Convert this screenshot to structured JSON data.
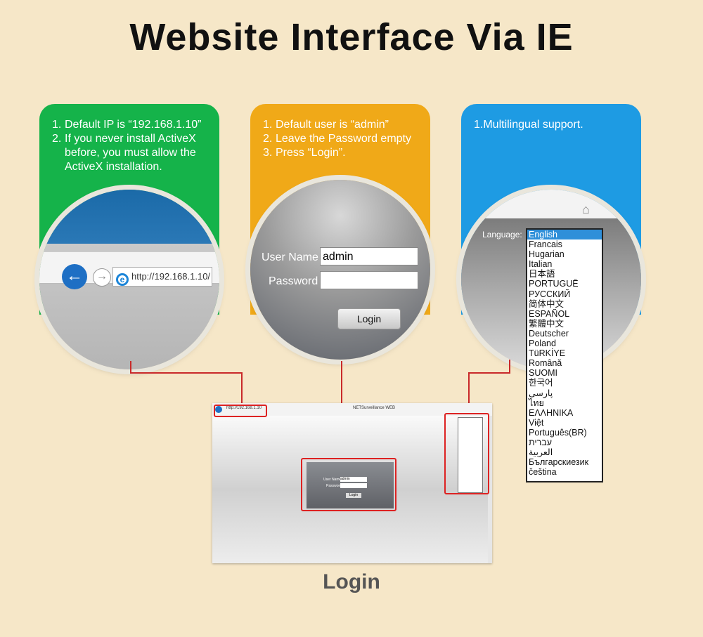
{
  "title": "Website Interface Via IE",
  "colors": {
    "green": "#15b34a",
    "orange": "#f0a918",
    "blue": "#1e9be3",
    "background": "#f6e7c8",
    "highlight": "#d22222"
  },
  "panels": {
    "green": {
      "items": [
        {
          "num": "1.",
          "text": "Default IP is “192.168.1.10”"
        },
        {
          "num": "2.",
          "text": "If you never install ActiveX before, you must allow the ActiveX installation."
        }
      ],
      "address": "http://192.168.1.10/",
      "icons": [
        "back-arrow-icon",
        "forward-arrow-icon",
        "ie-logo-icon"
      ]
    },
    "orange": {
      "items": [
        {
          "num": "1.",
          "text": "Default user is “admin”"
        },
        {
          "num": "2.",
          "text": "Leave the Password empty"
        },
        {
          "num": "3.",
          "text": "Press “Login”."
        }
      ],
      "username_label": "User Name",
      "username_value": "admin",
      "password_label": "Password",
      "password_value": "",
      "login_label": "Login"
    },
    "blue": {
      "items": [
        {
          "num": "",
          "text": "1.Multilingual support."
        }
      ],
      "language_label": "Language:",
      "icons": [
        "home-icon"
      ]
    }
  },
  "languages": [
    "English",
    "Francais",
    "Hugarian",
    "Italian",
    "日本語",
    "PORTUGUÊ",
    "РУССКИЙ",
    "简体中文",
    "ESPAÑOL",
    "繁體中文",
    "Deutscher",
    "Poland",
    "TüRKİYE",
    "Română",
    "SUOMI",
    "한국어",
    "پارسی",
    "ไทย",
    "ΕΛΛΗΝΙΚΑ",
    "Việt",
    "Português(BR)",
    "עברית",
    "العربية",
    "Българскиезик",
    "čeština"
  ],
  "selected_language": "English",
  "screenshot": {
    "address": "http://192.168.1.10",
    "tab": "NETSurveillance WEB",
    "username_label": "User Name",
    "username_value": "admin",
    "password_label": "Password",
    "login_label": "Login"
  },
  "bottom_label": "Login"
}
